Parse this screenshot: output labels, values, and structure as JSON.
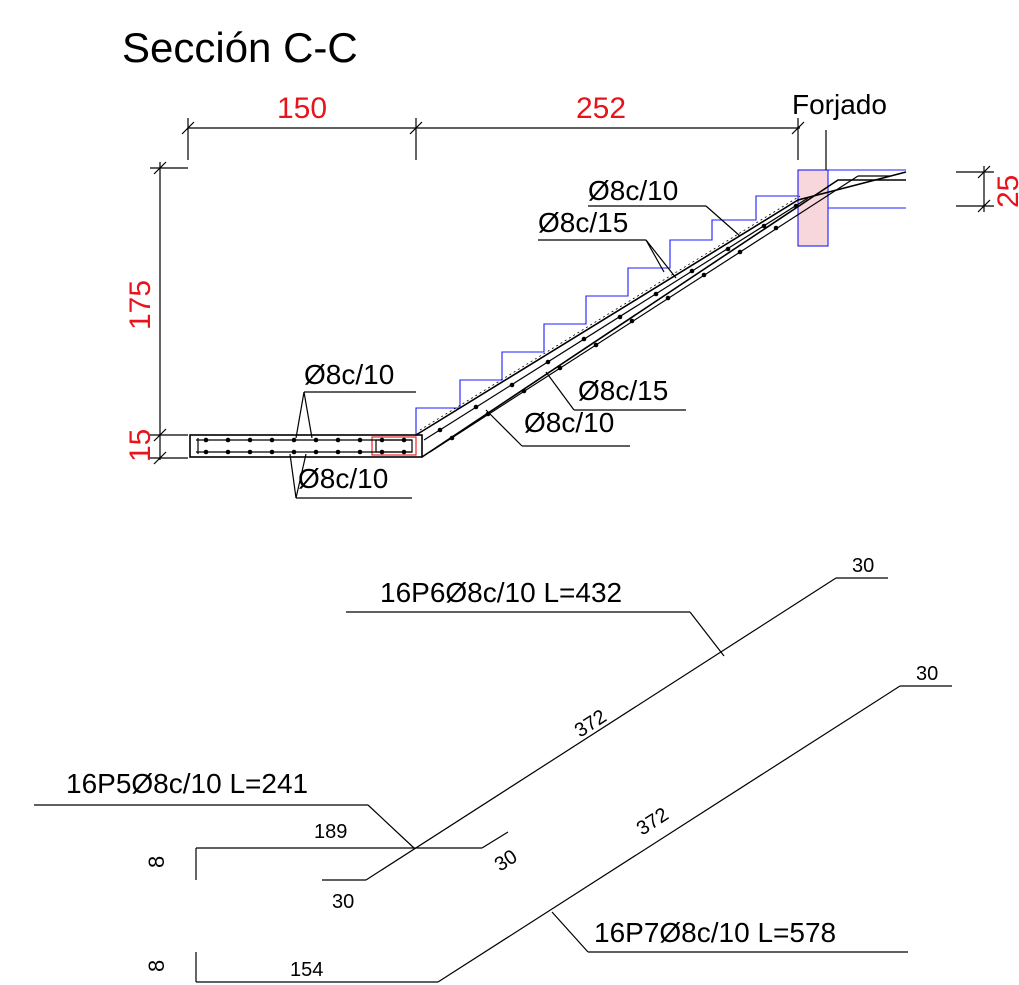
{
  "title": "Sección C-C",
  "forjado_label": "Forjado",
  "colors": {
    "dimension": "#e8141b",
    "steps": "#1c1cff",
    "lines": "#000000",
    "slab_fill": "#f7d6dc"
  },
  "dimensions": {
    "horizontal_1": "150",
    "horizontal_2": "252",
    "vertical_rise": "175",
    "landing_thickness": "15",
    "slab_thickness": "25"
  },
  "rebar_labels": {
    "top_upper": "Ø8c/10",
    "top_lower": "Ø8c/15",
    "landing_top": "Ø8c/10",
    "landing_bottom": "Ø8c/10",
    "slope_upper": "Ø8c/15",
    "slope_lower": "Ø8c/10"
  },
  "bar_schedule": {
    "p6": {
      "label": "16P6Ø8c/10 L=432",
      "length_main": "372",
      "hook_top": "30",
      "hook_bottom": "30"
    },
    "p5": {
      "label": "16P5Ø8c/10 L=241",
      "length_main": "189",
      "hook_vertical": "8",
      "hook_end": "30"
    },
    "p7": {
      "label": "16P7Ø8c/10 L=578",
      "length_main": "372",
      "length_flat": "154",
      "hook_top": "30",
      "hook_vertical": "8"
    }
  }
}
